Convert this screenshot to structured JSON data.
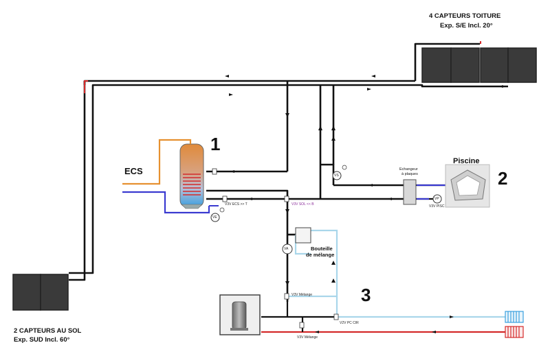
{
  "labels": {
    "roof_title": "4 CAPTEURS TOITURE",
    "roof_sub": "Exp. S/E  Incl. 20°",
    "ground_title": "2 CAPTEURS AU SOL",
    "ground_sub": "Exp. SUD   Incl. 60°",
    "ecs": "ECS",
    "piscine": "Piscine",
    "bouteille_1": "Bouteille",
    "bouteille_2": "de mélange",
    "echangeur_1": "Echangeur",
    "echangeur_2": "à plaques",
    "num_1": "1",
    "num_2": "2",
    "num_3": "3",
    "v3v_ecs": "V3V ECS >> T",
    "v3v_solar": "V3V SOL << B",
    "v3v_melange_top": "V3V Mélange",
    "v3v_melange_bottom": "V3V Mélange",
    "v2v": "V2V PC CIR",
    "v2v_pool": "V3V PISC",
    "pump_ve": "VE",
    "pump_vs": "VS",
    "pump_vp": "VP",
    "pump_va": "VA"
  },
  "colors": {
    "solar_pipe": "#111111",
    "hot_pipe": "#d42a2a",
    "cold_pipe": "#3a3ad0",
    "heating_supply": "#a9d6ea",
    "ecs_hot": "#e6902f",
    "collector": "#3a3a3a",
    "background": "#ffffff"
  }
}
